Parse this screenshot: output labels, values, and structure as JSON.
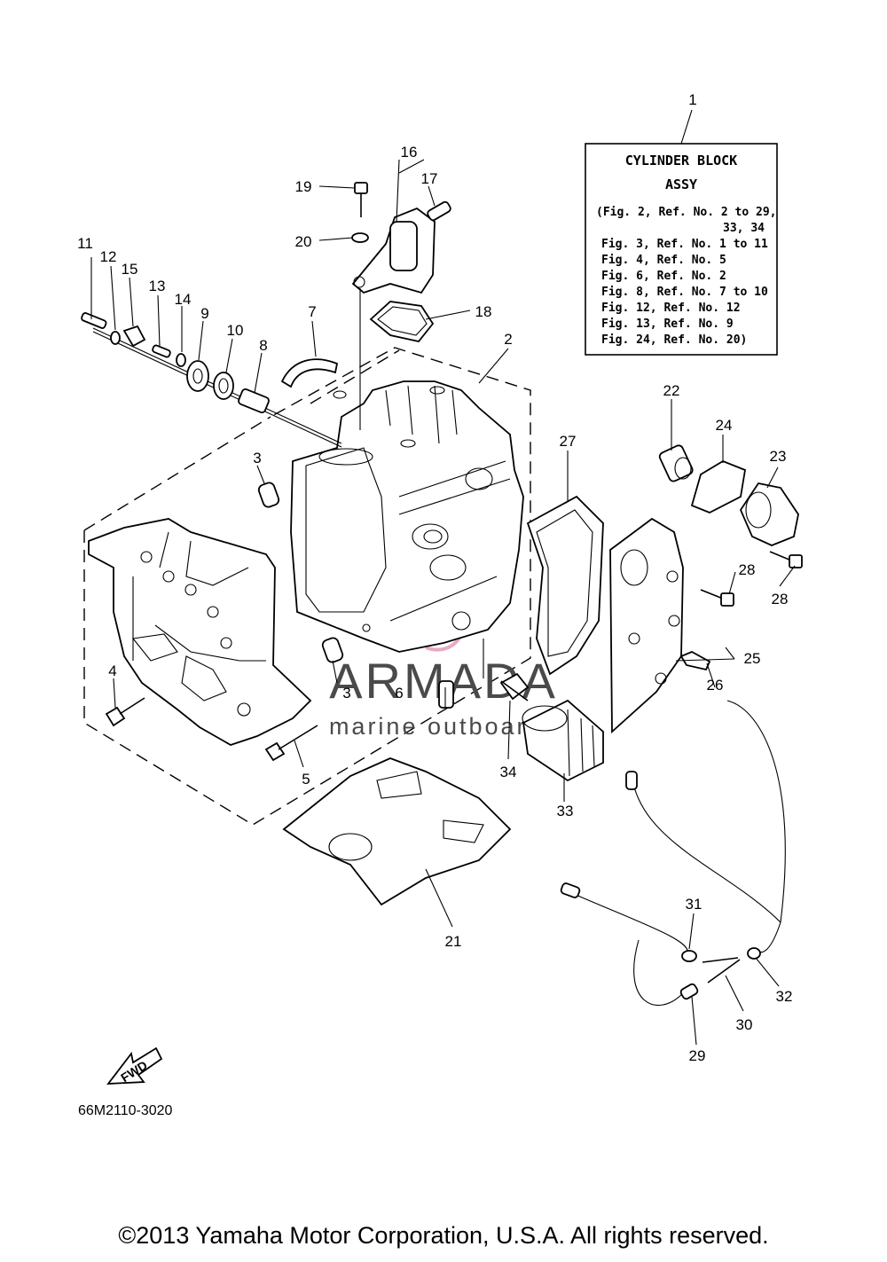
{
  "assembly_box": {
    "title_line1": "CYLINDER BLOCK",
    "title_line2": "ASSY",
    "lines": [
      "(Fig. 2, Ref. No. 2 to 29,",
      "33, 34",
      "Fig. 3, Ref. No. 1 to 11",
      "Fig. 4, Ref. No. 5",
      "Fig. 6, Ref. No. 2",
      "Fig. 8, Ref. No. 7 to 10",
      "Fig. 12, Ref. No. 12",
      "Fig. 13, Ref. No. 9",
      "Fig. 24, Ref. No. 20)"
    ]
  },
  "callouts": [
    {
      "label": "1"
    },
    {
      "label": "2"
    },
    {
      "label": "3"
    },
    {
      "label": "3"
    },
    {
      "label": "4"
    },
    {
      "label": "5"
    },
    {
      "label": "6"
    },
    {
      "label": "7"
    },
    {
      "label": "8"
    },
    {
      "label": "9"
    },
    {
      "label": "10"
    },
    {
      "label": "11"
    },
    {
      "label": "12"
    },
    {
      "label": "13"
    },
    {
      "label": "14"
    },
    {
      "label": "15"
    },
    {
      "label": "16"
    },
    {
      "label": "17"
    },
    {
      "label": "18"
    },
    {
      "label": "19"
    },
    {
      "label": "20"
    },
    {
      "label": "21"
    },
    {
      "label": "22"
    },
    {
      "label": "23"
    },
    {
      "label": "24"
    },
    {
      "label": "25"
    },
    {
      "label": "26"
    },
    {
      "label": "27"
    },
    {
      "label": "28"
    },
    {
      "label": "28"
    },
    {
      "label": "29"
    },
    {
      "label": "30"
    },
    {
      "label": "31"
    },
    {
      "label": "32"
    },
    {
      "label": "33"
    },
    {
      "label": "34"
    }
  ],
  "fwd_label": "FWD",
  "drawing_number": "66M2110-3020",
  "watermark": {
    "brand": "ARMADA",
    "tagline": "marine outboards",
    "accent_color": "#e8a9c4"
  },
  "copyright": "©2013 Yamaha Motor Corporation, U.S.A. All rights reserved."
}
